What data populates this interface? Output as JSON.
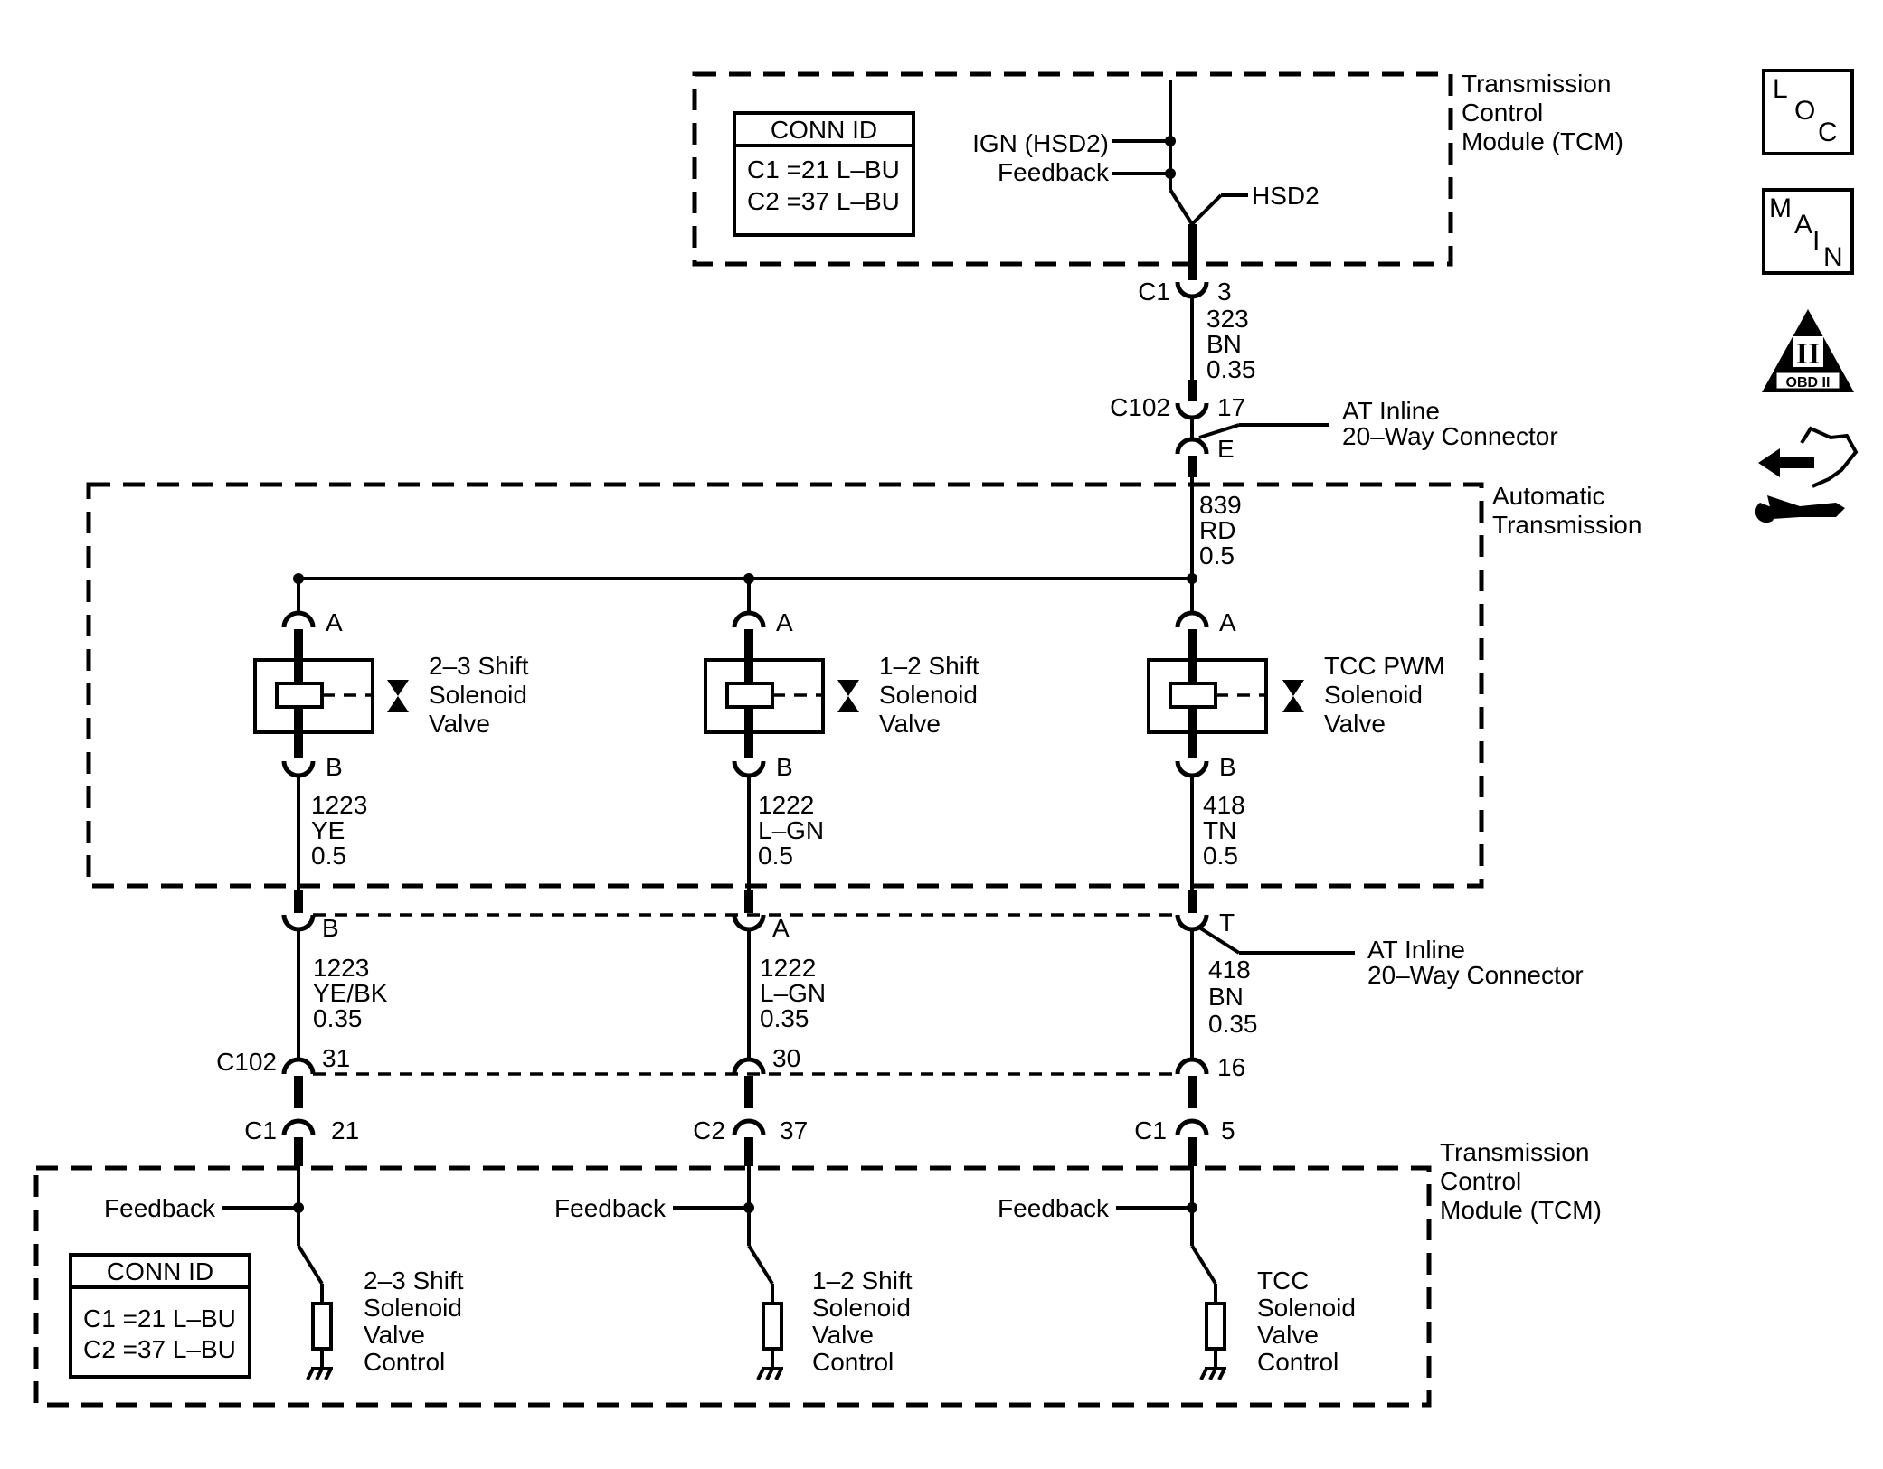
{
  "tcm_top": {
    "title": [
      "Transmission",
      "Control",
      "Module (TCM)"
    ],
    "conn_id": {
      "header": "CONN ID",
      "rows": [
        "C1 =21 L–BU",
        "C2 =37 L–BU"
      ]
    },
    "ign_label": "IGN (HSD2)",
    "feedback_label": "Feedback",
    "hsd_label": "HSD2"
  },
  "wire_top": {
    "conn": "C1",
    "pin": "3",
    "circuit": [
      "323",
      "BN",
      "0.35"
    ],
    "c102": "C102",
    "c102_pin": "17",
    "e_pin": "E",
    "inline_label": [
      "AT Inline",
      "20–Way Connector"
    ],
    "lower_circuit": [
      "839",
      "RD",
      "0.5"
    ]
  },
  "at_box": {
    "title": [
      "Automatic",
      "Transmission"
    ]
  },
  "solenoids": [
    {
      "pin_a": "A",
      "pin_b": "B",
      "name": [
        "2–3 Shift",
        "Solenoid",
        "Valve"
      ],
      "circuit": [
        "1223",
        "YE",
        "0.5"
      ],
      "inline_pin": "B",
      "circuit2": [
        "1223",
        "YE/BK",
        "0.35"
      ],
      "c102_pin": "31",
      "conn": "C1",
      "conn_pin": "21"
    },
    {
      "pin_a": "A",
      "pin_b": "B",
      "name": [
        "1–2 Shift",
        "Solenoid",
        "Valve"
      ],
      "circuit": [
        "1222",
        "L–GN",
        "0.5"
      ],
      "inline_pin": "A",
      "circuit2": [
        "1222",
        "L–GN",
        "0.35"
      ],
      "c102_pin": "30",
      "conn": "C2",
      "conn_pin": "37"
    },
    {
      "pin_a": "A",
      "pin_b": "B",
      "name": [
        "TCC PWM",
        "Solenoid",
        "Valve"
      ],
      "circuit": [
        "418",
        "TN",
        "0.5"
      ],
      "inline_pin": "T",
      "circuit2": [
        "418",
        "BN",
        "0.35"
      ],
      "c102_pin": "16",
      "conn": "C1",
      "conn_pin": "5"
    }
  ],
  "mid_connector": {
    "c102": "C102",
    "inline_label": [
      "AT Inline",
      "20–Way Connector"
    ]
  },
  "tcm_bottom": {
    "title": [
      "Transmission",
      "Control",
      "Module (TCM)"
    ],
    "conn_id": {
      "header": "CONN ID",
      "rows": [
        "C1 =21 L–BU",
        "C2 =37 L–BU"
      ]
    },
    "outputs": [
      {
        "feedback": "Feedback",
        "label": [
          "2–3 Shift",
          "Solenoid",
          "Valve",
          "Control"
        ]
      },
      {
        "feedback": "Feedback",
        "label": [
          "1–2 Shift",
          "Solenoid",
          "Valve",
          "Control"
        ]
      },
      {
        "feedback": "Feedback",
        "label": [
          "TCC",
          "Solenoid",
          "Valve",
          "Control"
        ]
      }
    ]
  },
  "side_icons": {
    "loc": [
      "L",
      "O",
      "C"
    ],
    "main": [
      "M",
      "A",
      "I",
      "N"
    ],
    "obd": {
      "numeral": "II",
      "label": "OBD II"
    },
    "icons": [
      "loc-icon",
      "main-icon",
      "obd-ii-icon",
      "service-hand-icon"
    ]
  }
}
